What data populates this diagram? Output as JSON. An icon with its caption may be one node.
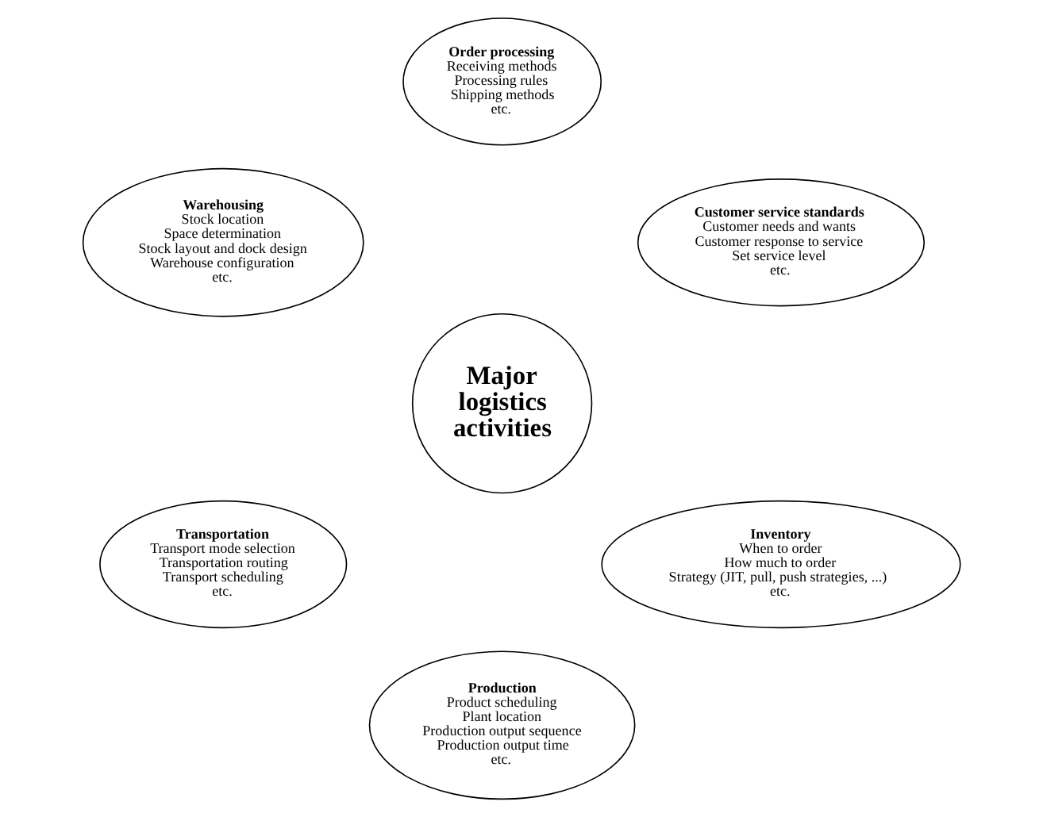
{
  "diagram": {
    "nodes": [
      {
        "text": [
          "Customer service standards",
          "Customer needs and wants",
          "Customer response to service",
          "Set service level",
          "etc."
        ]
      },
      {
        "text": [
          "Order processing",
          "Receiving methods",
          "Processing rules",
          "Shipping methods",
          "etc."
        ]
      },
      {
        "text": [
          "Warehousing",
          "Stock location",
          "Space determination",
          "Stock layout and dock design",
          "Warehouse configuration",
          "etc."
        ]
      },
      {
        "text": [
          "Major logistics activities"
        ]
      },
      {
        "text": [
          "Transportation",
          "Transport mode selection",
          "Transportation routing",
          "Transport scheduling",
          "etc."
        ]
      },
      {
        "text": [
          "Production",
          "Product scheduling",
          "Plant location",
          "Production output sequence",
          "Production output time",
          "etc."
        ]
      },
      {
        "text": [
          "Inventory",
          "When to order",
          "How much to order",
          "Strategy (JIT, pull, push strategies, ...)",
          "etc."
        ]
      }
    ],
    "edges": []
  }
}
